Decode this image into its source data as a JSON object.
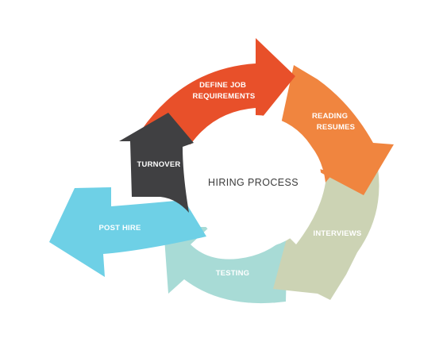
{
  "diagram": {
    "center_title": "HIRING PROCESS",
    "stages": [
      {
        "id": "define",
        "label_lines": [
          "DEFINE JOB",
          "REQUIREMENTS"
        ],
        "color": "#e8502a"
      },
      {
        "id": "reading",
        "label_lines": [
          "READING",
          "RESUMES"
        ],
        "color": "#f0853f"
      },
      {
        "id": "interviews",
        "label_lines": [
          "INTERVIEWS"
        ],
        "color": "#ccd3b4"
      },
      {
        "id": "testing",
        "label_lines": [
          "TESTING"
        ],
        "color": "#a8dbd6"
      },
      {
        "id": "post_hire",
        "label_lines": [
          "POST HIRE"
        ],
        "color": "#6ed0e6"
      },
      {
        "id": "turnover",
        "label_lines": [
          "TURNOVER"
        ],
        "color": "#404042"
      }
    ]
  }
}
